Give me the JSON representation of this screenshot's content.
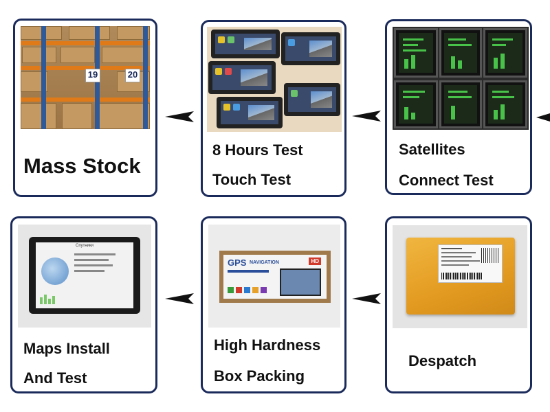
{
  "steps": [
    {
      "label_lines": [
        "Mass Stock"
      ],
      "image_text": [
        "19",
        "20"
      ]
    },
    {
      "label_lines": [
        "8 Hours Test",
        "Touch Test"
      ]
    },
    {
      "label_lines": [
        "Satellites",
        "Connect Test"
      ]
    },
    {
      "label_lines": [
        "Maps Install",
        "And Test"
      ],
      "image_text": [
        "Спутники"
      ]
    },
    {
      "label_lines": [
        "High Hardness",
        "Box Packing"
      ],
      "image_text": [
        "GPS",
        "NAVIGATION",
        "HD"
      ]
    },
    {
      "label_lines": [
        "Despatch"
      ]
    }
  ],
  "colors": {
    "card_border": "#1a2a5a",
    "arrow": "#111111",
    "box_orange": "#e8a12a",
    "rack_orange": "#e07a18"
  }
}
